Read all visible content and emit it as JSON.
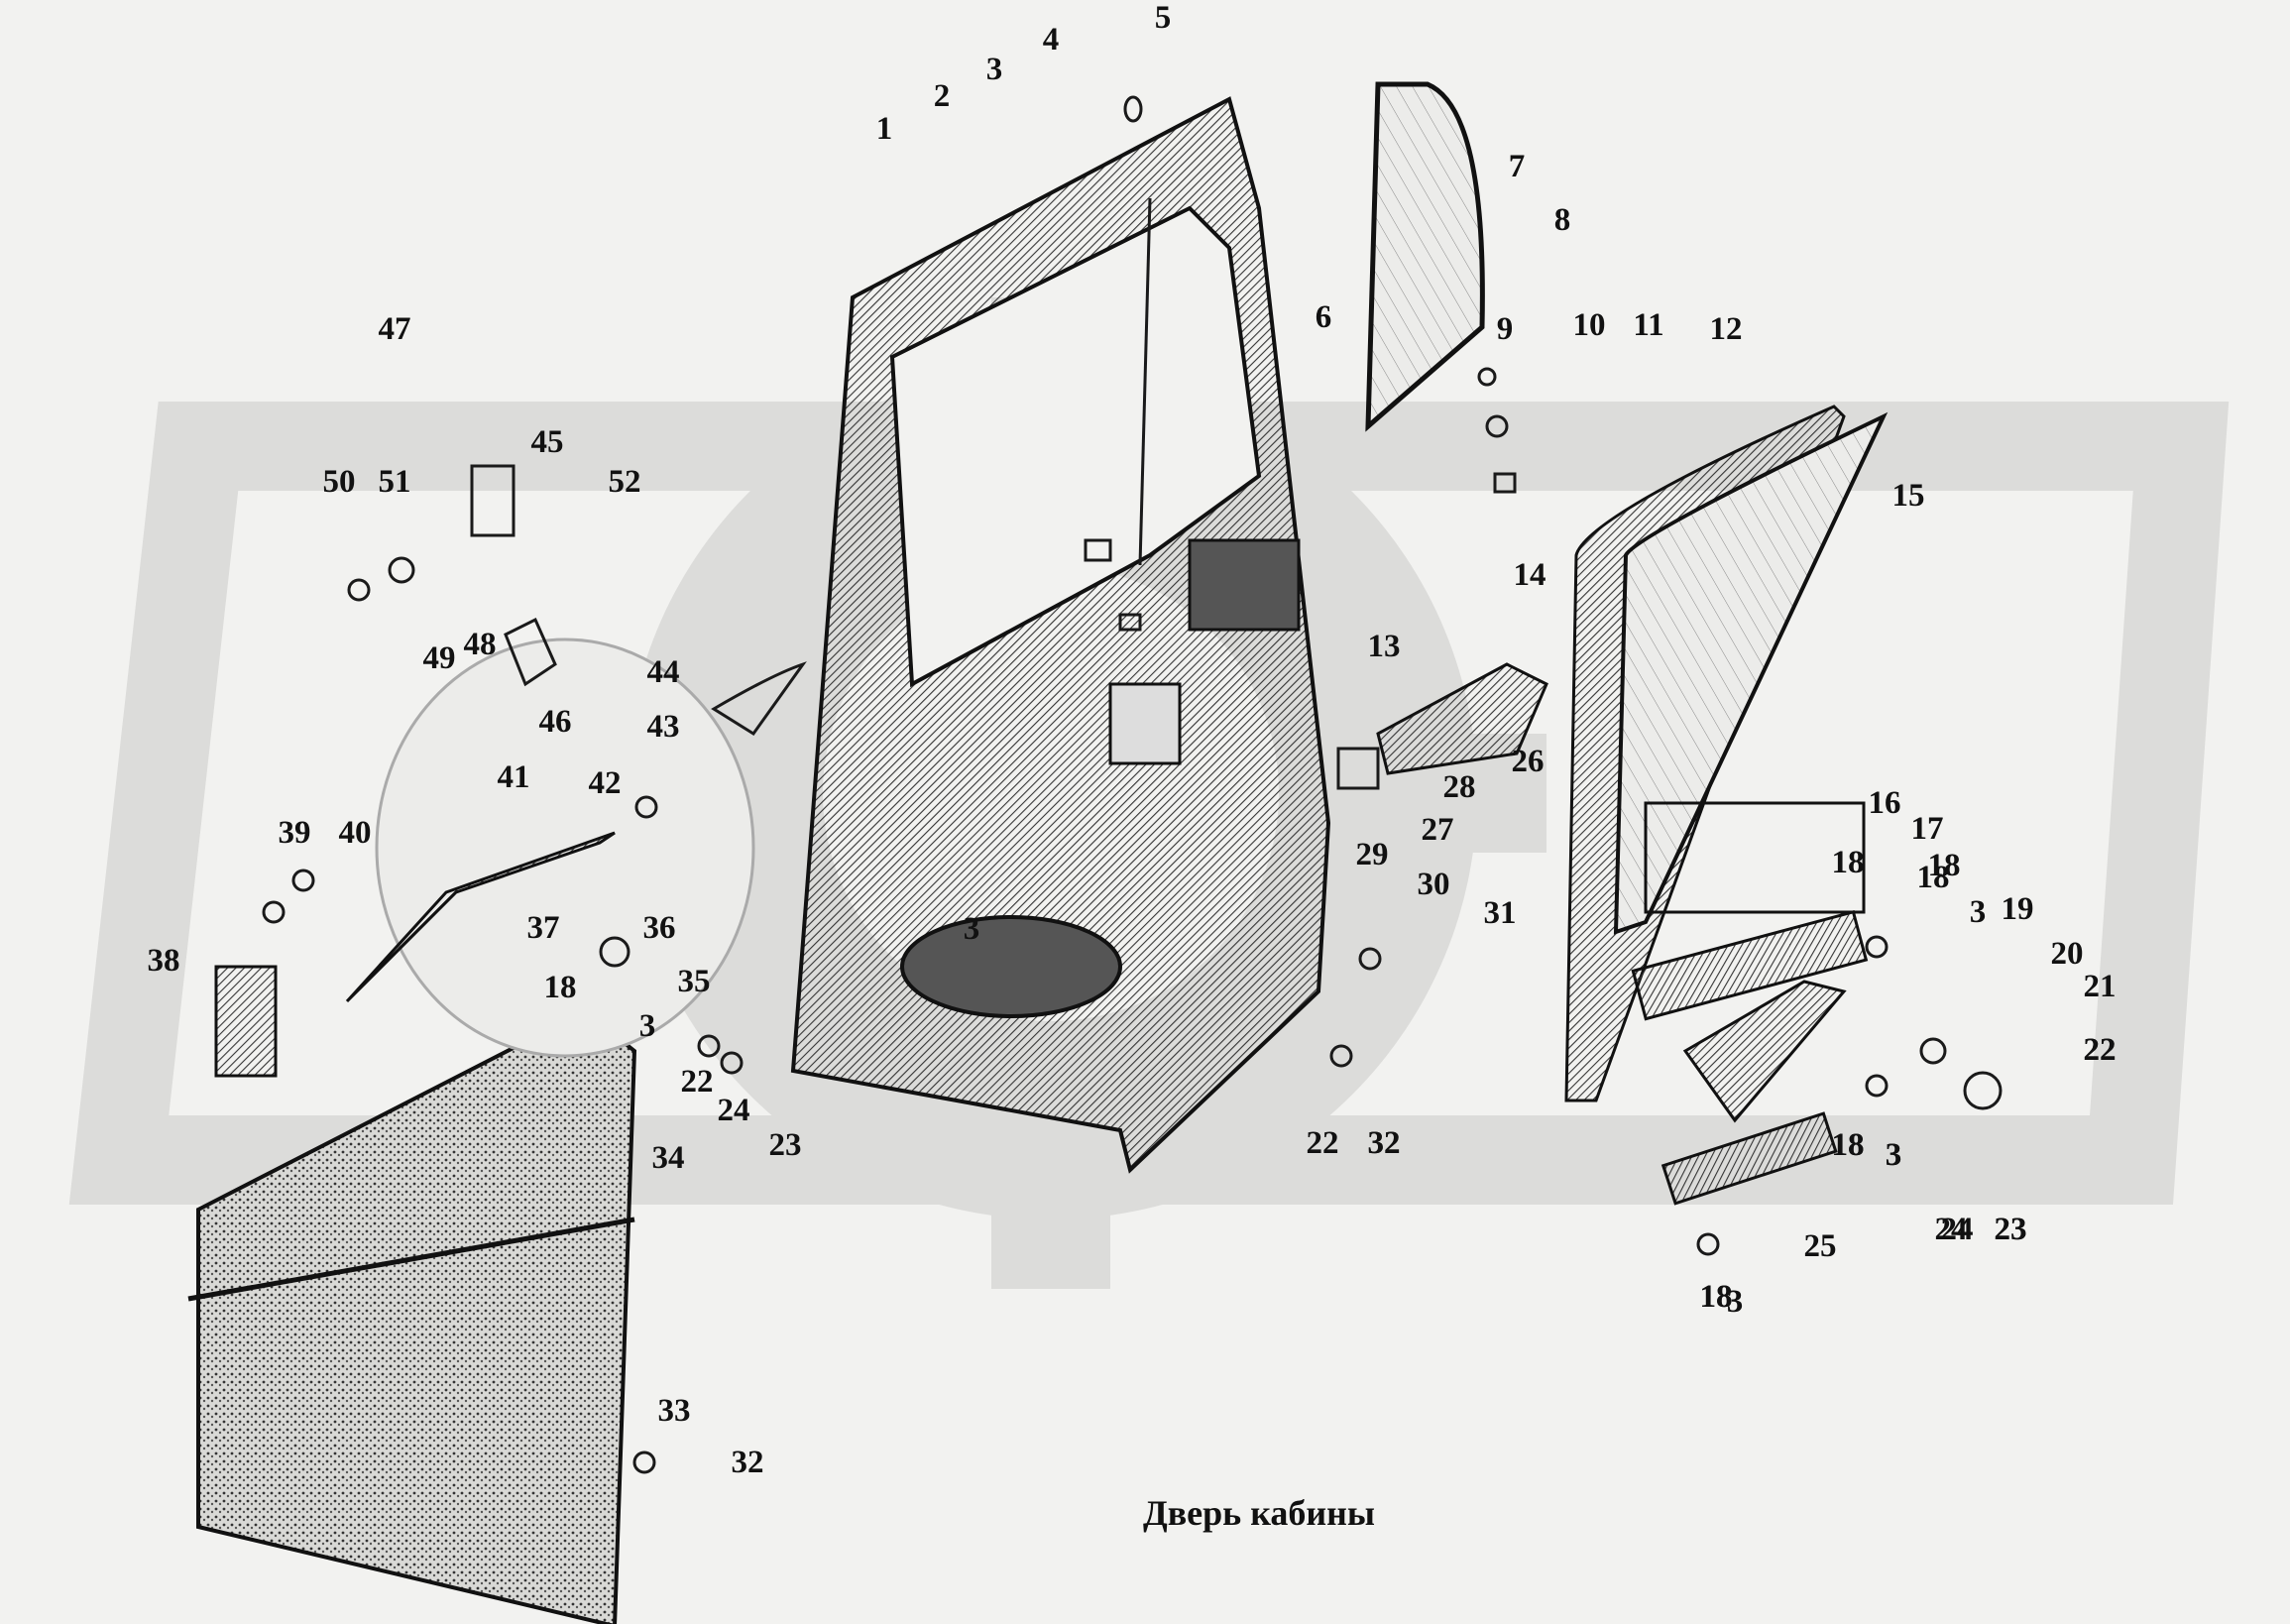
{
  "caption": "Дверь кабины",
  "colors": {
    "background": "#f2f2f0",
    "watermark": "#dcdcda",
    "ink": "#1a1a1a"
  },
  "labels": [
    "1",
    "2",
    "3",
    "4",
    "5",
    "6",
    "7",
    "8",
    "9",
    "10",
    "11",
    "12",
    "13",
    "14",
    "15",
    "16",
    "17",
    "18",
    "19",
    "20",
    "21",
    "22",
    "23",
    "24",
    "25",
    "26",
    "27",
    "28",
    "29",
    "30",
    "31",
    "32",
    "33",
    "34",
    "35",
    "36",
    "37",
    "38",
    "39",
    "40",
    "41",
    "42",
    "43",
    "44",
    "45",
    "46",
    "47",
    "48",
    "49",
    "50",
    "51",
    "52",
    "3",
    "18",
    "3",
    "22",
    "24",
    "23",
    "18",
    "3",
    "22",
    "32",
    "18",
    "3",
    "24",
    "23",
    "22",
    "18",
    "3",
    "18",
    "32",
    "18",
    "3",
    "18"
  ]
}
